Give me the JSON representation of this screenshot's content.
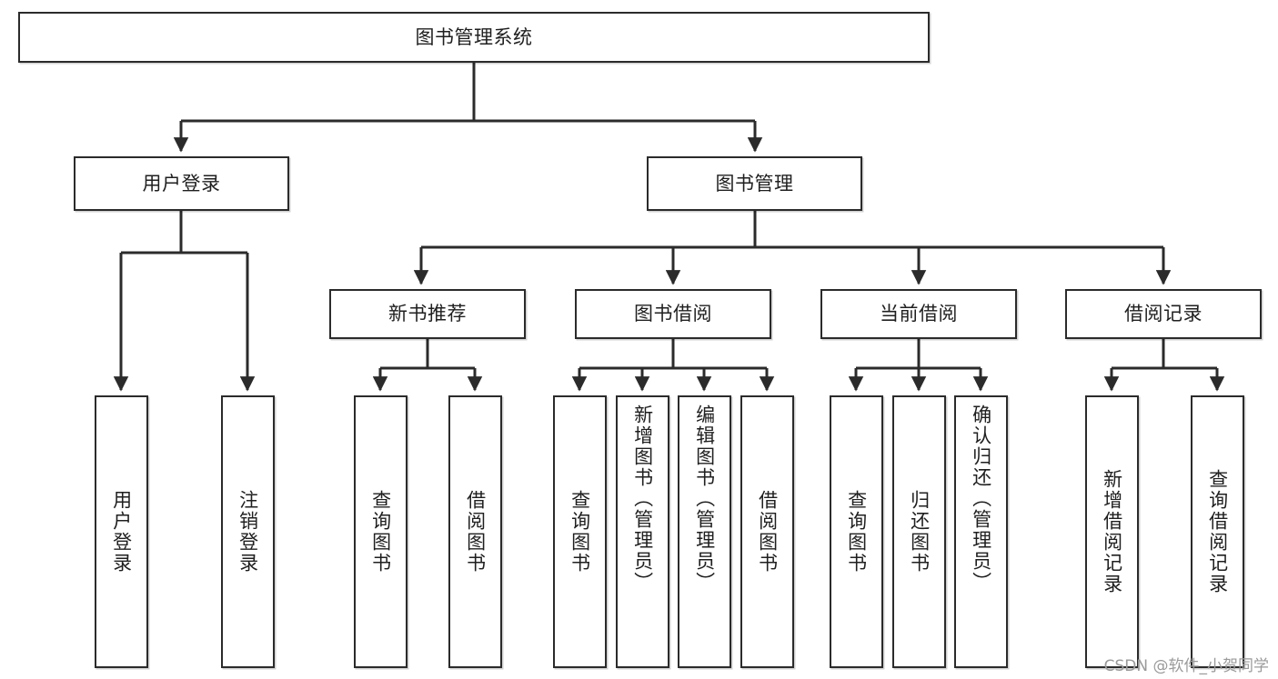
{
  "diagram": {
    "type": "hierarchy-tree",
    "title": "图书管理系统",
    "root": {
      "label": "图书管理系统",
      "level": 0
    },
    "level1": [
      {
        "label": "用户登录"
      },
      {
        "label": "图书管理"
      }
    ],
    "level2": [
      {
        "label": "新书推荐"
      },
      {
        "label": "图书借阅"
      },
      {
        "label": "当前借阅"
      },
      {
        "label": "借阅记录"
      }
    ],
    "leaves": {
      "user_login": [
        {
          "label": "用户登录"
        },
        {
          "label": "注销登录"
        }
      ],
      "new_book_recommend": [
        {
          "label": "查询图书"
        },
        {
          "label": "借阅图书"
        }
      ],
      "book_borrow": [
        {
          "label": "查询图书"
        },
        {
          "label": "新增图书（管理员）"
        },
        {
          "label": "编辑图书（管理员）"
        },
        {
          "label": "借阅图书"
        }
      ],
      "current_borrow": [
        {
          "label": "查询图书"
        },
        {
          "label": "归还图书"
        },
        {
          "label": "确认归还（管理员）"
        }
      ],
      "borrow_record": [
        {
          "label": "新增借阅记录"
        },
        {
          "label": "查询借阅记录"
        }
      ]
    },
    "colors": {
      "stroke": "#2b2b2b",
      "fill": "#ffffff",
      "text": "#1f1f1f",
      "watermark": "#9a9a9a"
    }
  },
  "watermark": {
    "text": "CSDN @软件_小贺同学"
  }
}
